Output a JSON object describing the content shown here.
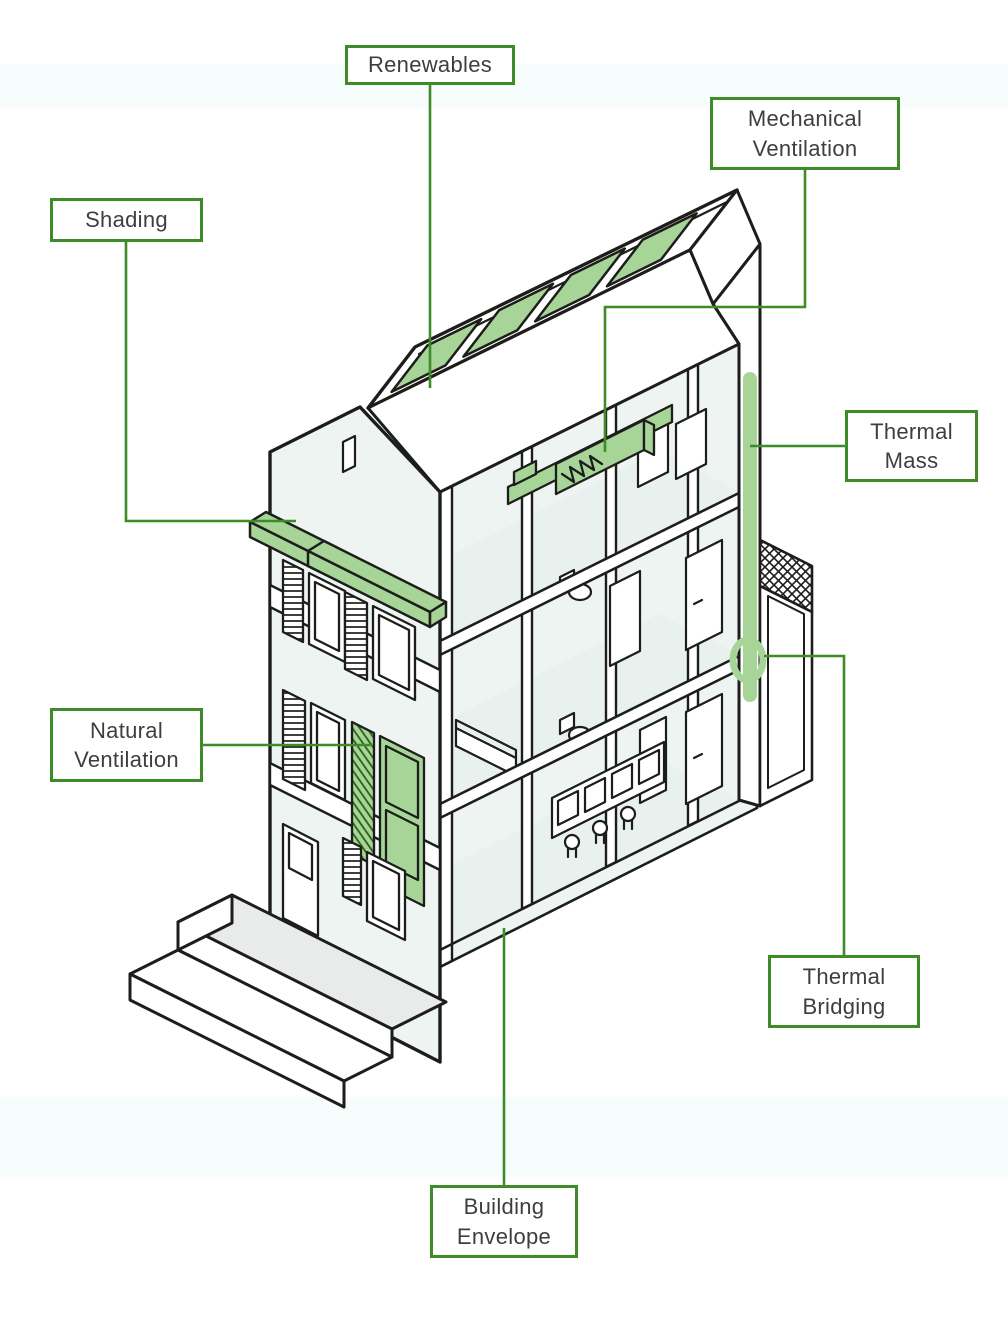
{
  "title": "Sustainable building design cutaway diagram",
  "colors": {
    "accent": "#3e8c27",
    "highlight": "#a7d598",
    "insulation": "#c6e5b4",
    "ink": "#1d1d1b",
    "wall": "#edf4f2",
    "text": "#3e3e3e",
    "band": "#f7fcfc"
  },
  "labels": {
    "renewables": {
      "text": "Renewables"
    },
    "mechanical_ventilation": {
      "text": "Mechanical Ventilation"
    },
    "shading": {
      "text": "Shading"
    },
    "thermal_mass": {
      "text": "Thermal Mass"
    },
    "natural_ventilation": {
      "text": "Natural Ventilation"
    },
    "thermal_bridging": {
      "text": "Thermal Bridging"
    },
    "building_envelope": {
      "text": "Building Envelope"
    }
  }
}
